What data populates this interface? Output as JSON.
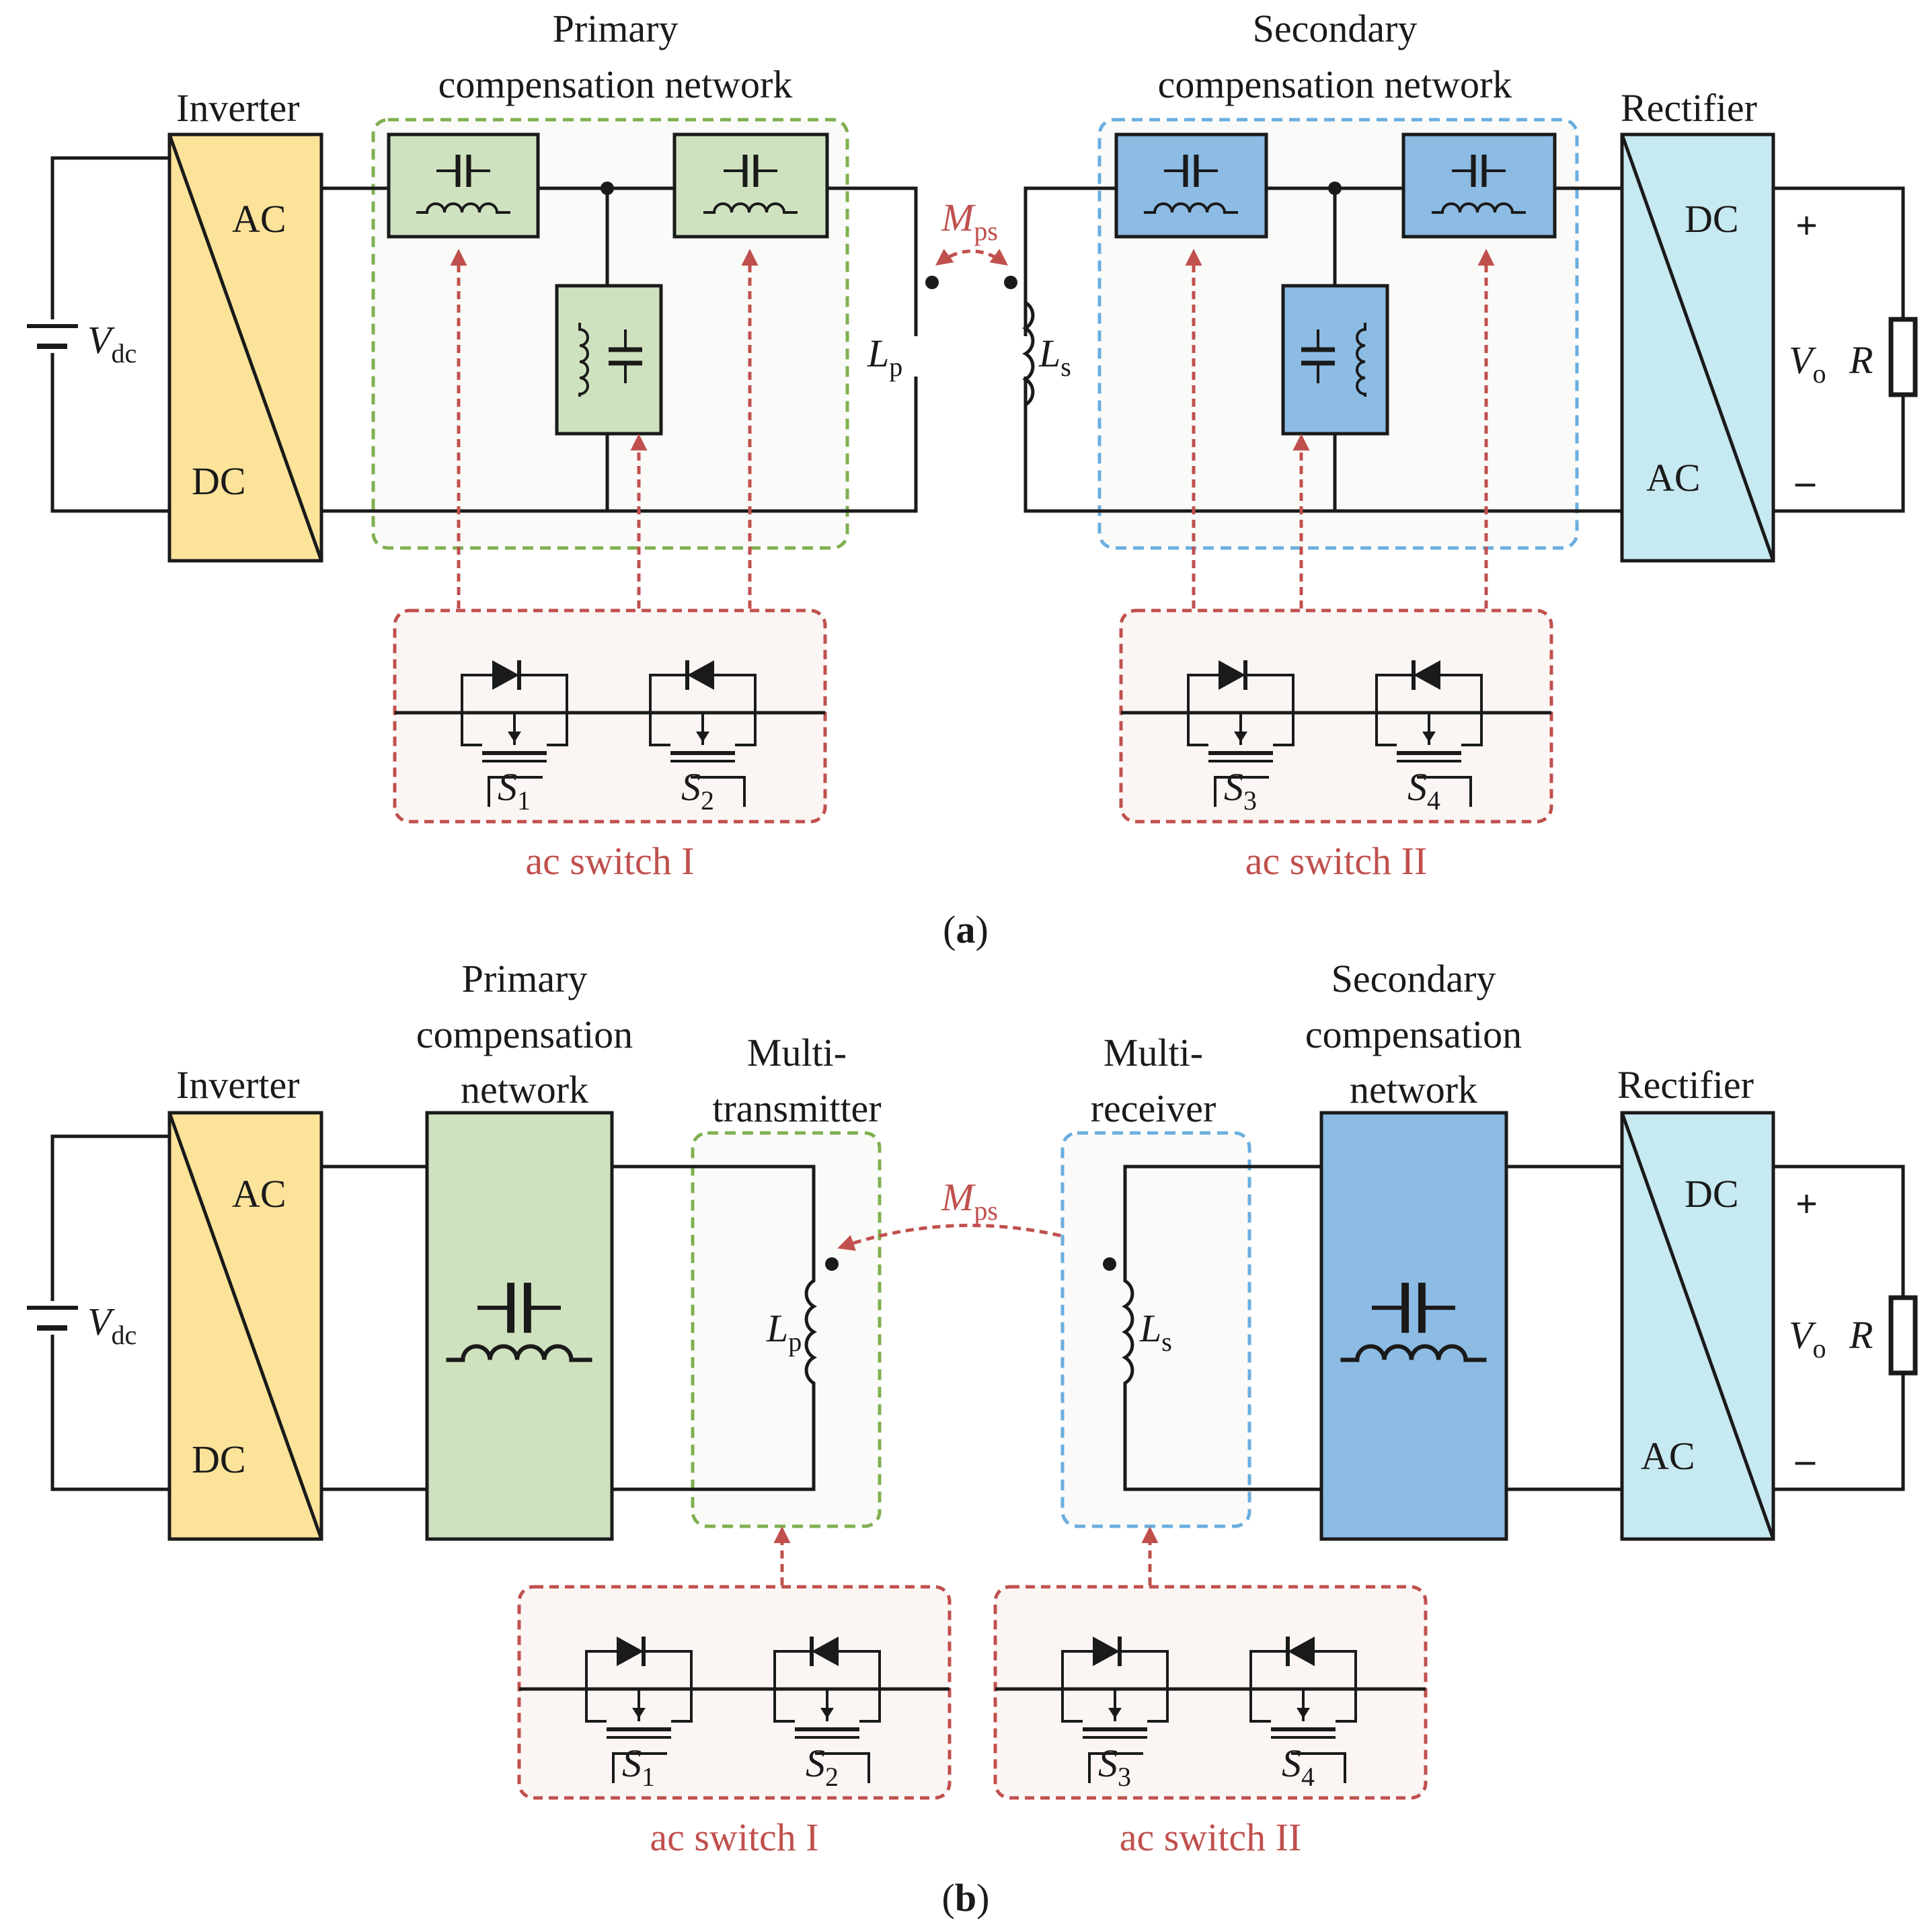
{
  "colors": {
    "inverter_fill": "#fce39a",
    "rectifier_fill": "#c7e9f1",
    "primary_fill": "#cfe2bf",
    "primary_border": "#7fb050",
    "secondary_fill": "#8cbbe3",
    "secondary_border": "#6aaee0",
    "switch_border": "#c0504d",
    "switch_fill": "#fbf6f4",
    "arrow": "#c0504d",
    "wire": "#1a1a1a"
  },
  "panel_a": {
    "caption": "a",
    "inverter_label": "Inverter",
    "inverter_ac": "AC",
    "inverter_dc": "DC",
    "primary_title_1": "Primary",
    "primary_title_2": "compensation network",
    "secondary_title_1": "Secondary",
    "secondary_title_2": "compensation network",
    "rectifier_label": "Rectifier",
    "rectifier_dc": "DC",
    "rectifier_ac": "AC",
    "vdc_main": "V",
    "vdc_sub": "dc",
    "mutual_main": "M",
    "mutual_sub": "ps",
    "lp_main": "L",
    "lp_sub": "p",
    "ls_main": "L",
    "ls_sub": "s",
    "vo_main": "V",
    "vo_sub": "o",
    "load": "R",
    "plus": "+",
    "minus": "–",
    "s1_main": "S",
    "s1_sub": "1",
    "s2_main": "S",
    "s2_sub": "2",
    "s3_main": "S",
    "s3_sub": "3",
    "s4_main": "S",
    "s4_sub": "4",
    "switch_1_label": "ac switch I",
    "switch_2_label": "ac switch II"
  },
  "panel_b": {
    "caption": "b",
    "inverter_label": "Inverter",
    "inverter_ac": "AC",
    "inverter_dc": "DC",
    "primary_title_1": "Primary",
    "primary_title_2": "compensation",
    "primary_title_3": "network",
    "transmitter_1": "Multi-",
    "transmitter_2": "transmitter",
    "receiver_1": "Multi-",
    "receiver_2": "receiver",
    "secondary_title_1": "Secondary",
    "secondary_title_2": "compensation",
    "secondary_title_3": "network",
    "rectifier_label": "Rectifier",
    "rectifier_dc": "DC",
    "rectifier_ac": "AC",
    "vdc_main": "V",
    "vdc_sub": "dc",
    "mutual_main": "M",
    "mutual_sub": "ps",
    "lp_main": "L",
    "lp_sub": "p",
    "ls_main": "L",
    "ls_sub": "s",
    "vo_main": "V",
    "vo_sub": "o",
    "load": "R",
    "plus": "+",
    "minus": "–",
    "s1_main": "S",
    "s1_sub": "1",
    "s2_main": "S",
    "s2_sub": "2",
    "s3_main": "S",
    "s3_sub": "3",
    "s4_main": "S",
    "s4_sub": "4",
    "switch_1_label": "ac switch I",
    "switch_2_label": "ac switch II"
  }
}
